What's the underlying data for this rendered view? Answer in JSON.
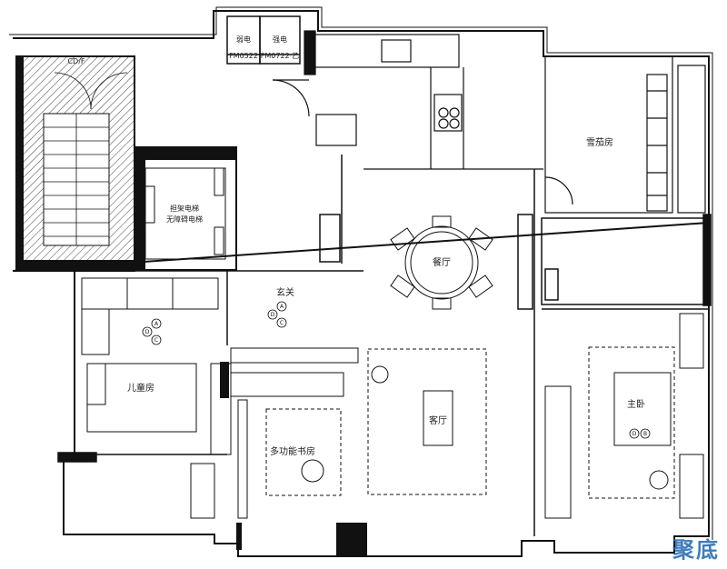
{
  "rooms": {
    "stair_label": "CD/F",
    "elevator_line1": "担架电梯",
    "elevator_line2": "无障碍电梯",
    "weak_power": "弱电",
    "strong_power": "强电",
    "fm_code_1": "FM0522",
    "fm_code_2": "FM0722 乙",
    "cigar_room": "雪茄房",
    "dining": "餐厅",
    "foyer": "玄关",
    "children_room": "儿童房",
    "living_room": "客厅",
    "study": "多功能书房",
    "master_bedroom": "主卧"
  },
  "tags": {
    "a": "A",
    "b": "B",
    "c": "C",
    "d": "D"
  },
  "watermark": "聚底"
}
